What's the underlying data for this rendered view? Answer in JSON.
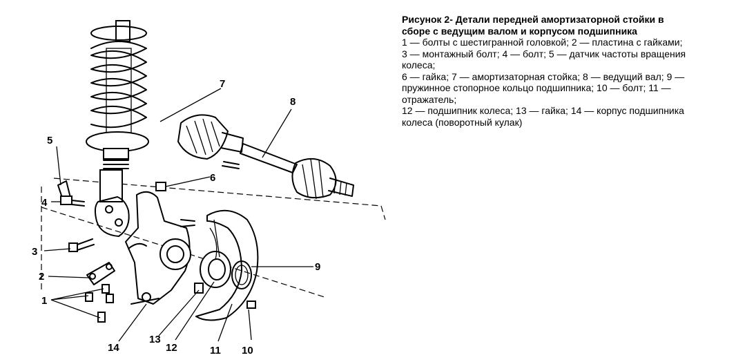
{
  "caption": {
    "title_lines": [
      "Рисунок 2- Детали передней амортизаторной стойки в",
      "сборе с ведущим валом и корпусом подшипника"
    ],
    "legend_lines": [
      "1 — болты с шестигранной головкой; 2 — пластина с гайками;",
      "3 — монтажный болт; 4 — болт; 5 — датчик частоты вращения",
      "колеса;",
      "6 — гайка; 7 — амортизаторная стойка; 8 — ведущий вал; 9 —",
      "пружинное стопорное кольцо подшипника; 10 — болт; 11 —",
      "отражатель;",
      "12 — подшипник колеса; 13 — гайка; 14 — корпус подшипника",
      "колеса (поворотный кулак)"
    ]
  },
  "callouts": {
    "n1": "1",
    "n2": "2",
    "n3": "3",
    "n4": "4",
    "n5": "5",
    "n6": "6",
    "n7": "7",
    "n8": "8",
    "n9": "9",
    "n10": "10",
    "n11": "11",
    "n12": "12",
    "n13": "13",
    "n14": "14"
  }
}
